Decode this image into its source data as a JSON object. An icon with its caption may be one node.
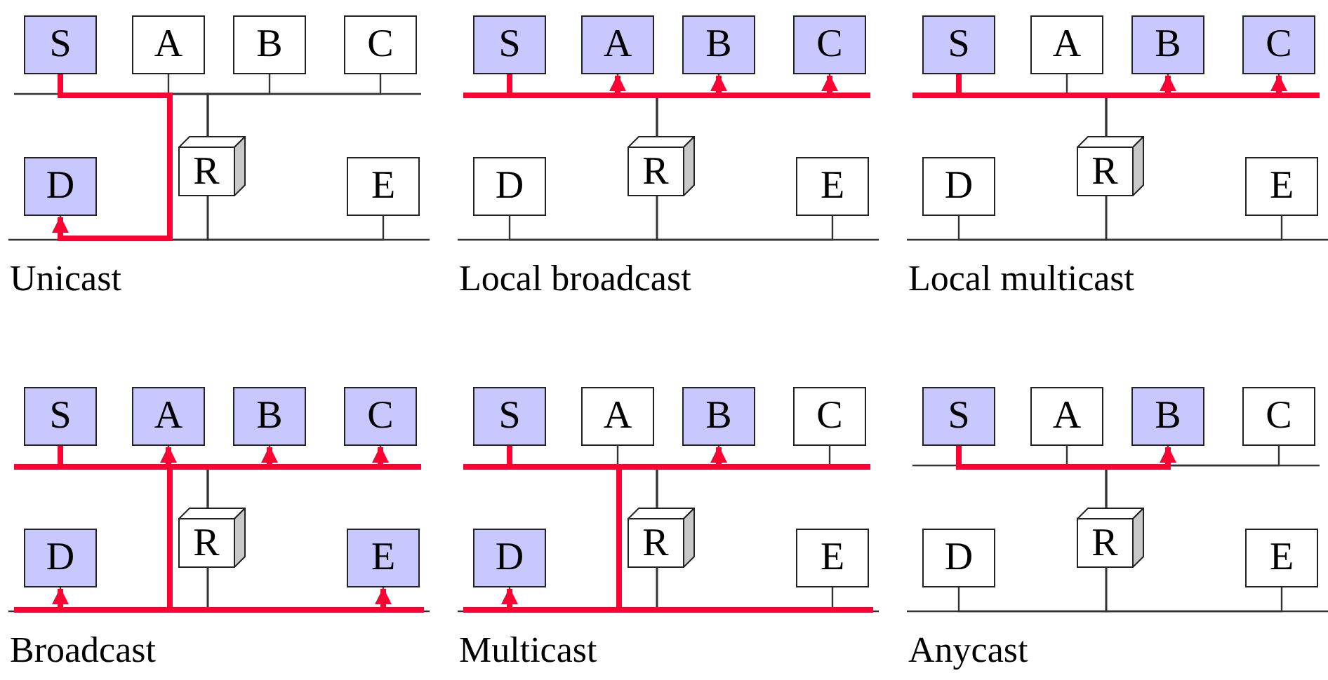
{
  "diagram": {
    "nodes": [
      {
        "text": [
          "S"
        ]
      },
      {
        "text": [
          "A"
        ]
      },
      {
        "text": [
          "B"
        ]
      },
      {
        "text": [
          "C"
        ]
      },
      {
        "text": [
          "D"
        ]
      },
      {
        "text": [
          "R"
        ]
      },
      {
        "text": [
          "E"
        ]
      },
      {
        "text": [
          "S"
        ]
      },
      {
        "text": [
          "A"
        ]
      },
      {
        "text": [
          "B"
        ]
      },
      {
        "text": [
          "C"
        ]
      },
      {
        "text": [
          "D"
        ]
      },
      {
        "text": [
          "R"
        ]
      },
      {
        "text": [
          "E"
        ]
      },
      {
        "text": [
          "S"
        ]
      },
      {
        "text": [
          "A"
        ]
      },
      {
        "text": [
          "B"
        ]
      },
      {
        "text": [
          "C"
        ]
      },
      {
        "text": [
          "D"
        ]
      },
      {
        "text": [
          "R"
        ]
      },
      {
        "text": [
          "E"
        ]
      },
      {
        "text": [
          "S"
        ]
      },
      {
        "text": [
          "A"
        ]
      },
      {
        "text": [
          "B"
        ]
      },
      {
        "text": [
          "C"
        ]
      },
      {
        "text": [
          "D"
        ]
      },
      {
        "text": [
          "R"
        ]
      },
      {
        "text": [
          "E"
        ]
      },
      {
        "text": [
          "S"
        ]
      },
      {
        "text": [
          "A"
        ]
      },
      {
        "text": [
          "B"
        ]
      },
      {
        "text": [
          "C"
        ]
      },
      {
        "text": [
          "D"
        ]
      },
      {
        "text": [
          "R"
        ]
      },
      {
        "text": [
          "E"
        ]
      },
      {
        "text": [
          "S"
        ]
      },
      {
        "text": [
          "A"
        ]
      },
      {
        "text": [
          "B"
        ]
      },
      {
        "text": [
          "C"
        ]
      },
      {
        "text": [
          "D"
        ]
      },
      {
        "text": [
          "R"
        ]
      },
      {
        "text": [
          "E"
        ]
      }
    ],
    "edges": [
      {
        "from": 0,
        "to": 5,
        "arrow": "none"
      },
      {
        "from": 1,
        "to": 5,
        "arrow": "none"
      },
      {
        "from": 2,
        "to": 5,
        "arrow": "none"
      },
      {
        "from": 3,
        "to": 5,
        "arrow": "none"
      },
      {
        "from": 4,
        "to": 5,
        "arrow": "none"
      },
      {
        "from": 6,
        "to": 5,
        "arrow": "none"
      },
      {
        "from": 7,
        "to": 12,
        "arrow": "none"
      },
      {
        "from": 8,
        "to": 12,
        "arrow": "none"
      },
      {
        "from": 9,
        "to": 12,
        "arrow": "none"
      },
      {
        "from": 10,
        "to": 12,
        "arrow": "none"
      },
      {
        "from": 11,
        "to": 12,
        "arrow": "none"
      },
      {
        "from": 13,
        "to": 12,
        "arrow": "none"
      },
      {
        "from": 14,
        "to": 19,
        "arrow": "none"
      },
      {
        "from": 15,
        "to": 19,
        "arrow": "none"
      },
      {
        "from": 16,
        "to": 19,
        "arrow": "none"
      },
      {
        "from": 17,
        "to": 19,
        "arrow": "none"
      },
      {
        "from": 18,
        "to": 19,
        "arrow": "none"
      },
      {
        "from": 20,
        "to": 19,
        "arrow": "none"
      },
      {
        "from": 21,
        "to": 26,
        "arrow": "none"
      },
      {
        "from": 22,
        "to": 26,
        "arrow": "none"
      },
      {
        "from": 23,
        "to": 26,
        "arrow": "none"
      },
      {
        "from": 24,
        "to": 26,
        "arrow": "none"
      },
      {
        "from": 25,
        "to": 26,
        "arrow": "none"
      },
      {
        "from": 27,
        "to": 26,
        "arrow": "none"
      },
      {
        "from": 28,
        "to": 33,
        "arrow": "none"
      },
      {
        "from": 29,
        "to": 33,
        "arrow": "none"
      },
      {
        "from": 30,
        "to": 33,
        "arrow": "none"
      },
      {
        "from": 31,
        "to": 33,
        "arrow": "none"
      },
      {
        "from": 32,
        "to": 33,
        "arrow": "none"
      },
      {
        "from": 34,
        "to": 33,
        "arrow": "none"
      },
      {
        "from": 35,
        "to": 40,
        "arrow": "none"
      },
      {
        "from": 36,
        "to": 40,
        "arrow": "none"
      },
      {
        "from": 37,
        "to": 40,
        "arrow": "none"
      },
      {
        "from": 38,
        "to": 40,
        "arrow": "none"
      },
      {
        "from": 39,
        "to": 40,
        "arrow": "none"
      },
      {
        "from": 41,
        "to": 40,
        "arrow": "none"
      },
      {
        "from": 0,
        "to": 4,
        "arrow": "to",
        "style": "thick",
        "color": "#ff0033"
      },
      {
        "from": 7,
        "to": 8,
        "arrow": "to",
        "style": "thick",
        "color": "#ff0033"
      },
      {
        "from": 7,
        "to": 9,
        "arrow": "to",
        "style": "thick",
        "color": "#ff0033"
      },
      {
        "from": 7,
        "to": 10,
        "arrow": "to",
        "style": "thick",
        "color": "#ff0033"
      },
      {
        "from": 14,
        "to": 16,
        "arrow": "to",
        "style": "thick",
        "color": "#ff0033"
      },
      {
        "from": 14,
        "to": 17,
        "arrow": "to",
        "style": "thick",
        "color": "#ff0033"
      },
      {
        "from": 21,
        "to": 22,
        "arrow": "to",
        "style": "thick",
        "color": "#ff0033"
      },
      {
        "from": 21,
        "to": 23,
        "arrow": "to",
        "style": "thick",
        "color": "#ff0033"
      },
      {
        "from": 21,
        "to": 24,
        "arrow": "to",
        "style": "thick",
        "color": "#ff0033"
      },
      {
        "from": 21,
        "to": 25,
        "arrow": "to",
        "style": "thick",
        "color": "#ff0033"
      },
      {
        "from": 21,
        "to": 27,
        "arrow": "to",
        "style": "thick",
        "color": "#ff0033"
      },
      {
        "from": 28,
        "to": 30,
        "arrow": "to",
        "style": "thick",
        "color": "#ff0033"
      },
      {
        "from": 28,
        "to": 32,
        "arrow": "to",
        "style": "thick",
        "color": "#ff0033"
      },
      {
        "from": 35,
        "to": 37,
        "arrow": "to",
        "style": "thick",
        "color": "#ff0033"
      }
    ],
    "labels": [
      "Unicast",
      "Local broadcast",
      "Local multicast",
      "Broadcast",
      "Multicast",
      "Anycast"
    ]
  }
}
